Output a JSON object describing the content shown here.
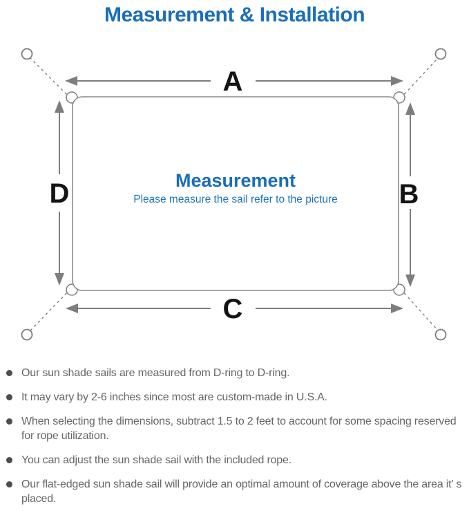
{
  "title": "Measurement & Installation",
  "diagram": {
    "dimension_labels": {
      "top": "A",
      "right": "B",
      "bottom": "C",
      "left": "D"
    },
    "center_title": "Measurement",
    "center_subtitle": "Please measure the sail refer to the picture"
  },
  "colors": {
    "title_blue": "#1a6eb8",
    "subtitle_blue": "#1c74bd",
    "line_gray": "#7d7d7d",
    "sail_outline_gray": "#8a8a8a",
    "label_black": "#141414",
    "note_text_gray": "#666666",
    "bullet_gray": "#4d4d4d"
  },
  "notes": {
    "items": [
      {
        "text": "Our sun shade sails are measured from D-ring to D-ring."
      },
      {
        "text": "It may vary by 2-6 inches since most are custom-made in U.S.A."
      },
      {
        "text": "When selecting the dimensions, subtract 1.5 to 2 feet to account for some spacing reserved for rope utilization."
      },
      {
        "text": "You can adjust the sun shade sail with the included rope."
      },
      {
        "text": "Our flat-edged sun shade sail will provide an optimal amount of coverage above the area it’ s placed."
      }
    ]
  }
}
